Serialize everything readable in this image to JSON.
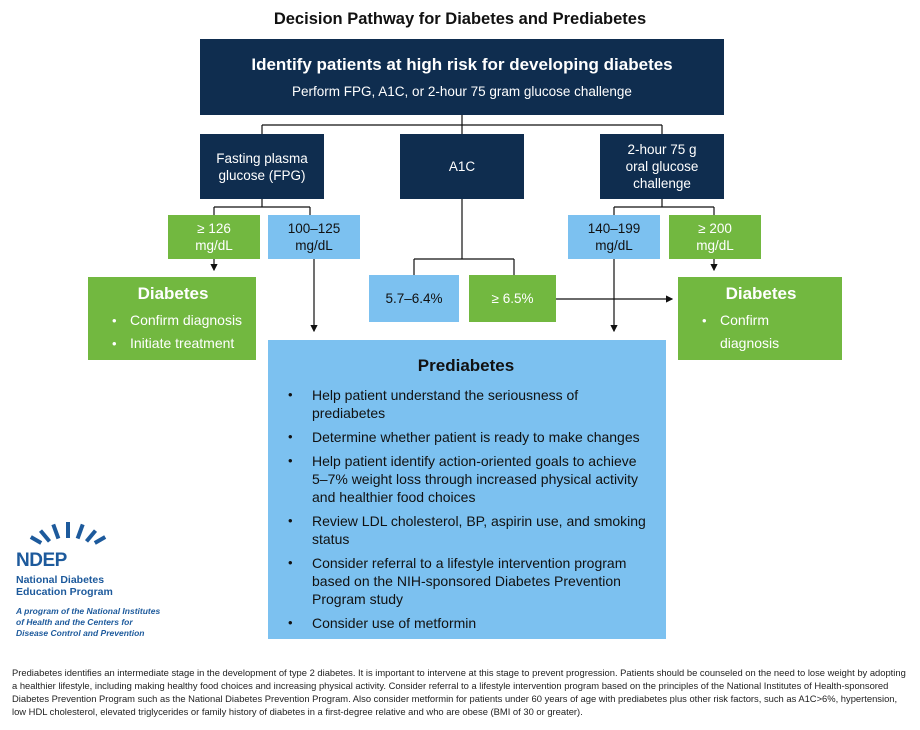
{
  "title": "Decision Pathway for Diabetes and Prediabetes",
  "top": {
    "heading": "Identify patients at high risk for developing diabetes",
    "subheading": "Perform FPG, A1C, or 2-hour 75 gram glucose challenge"
  },
  "tests": {
    "fpg": [
      "Fasting plasma",
      "glucose (FPG)"
    ],
    "a1c": [
      "A1C"
    ],
    "ogtt": [
      "2-hour 75 g",
      "oral glucose",
      "challenge"
    ]
  },
  "thresholds": {
    "fpg_diabetes": [
      "≥ 126",
      "mg/dL"
    ],
    "fpg_prediabetes": [
      "100–125",
      "mg/dL"
    ],
    "a1c_prediabetes": "5.7–6.4%",
    "a1c_diabetes": "≥ 6.5%",
    "ogtt_prediabetes": [
      "140–199",
      "mg/dL"
    ],
    "ogtt_diabetes": [
      "≥ 200",
      "mg/dL"
    ]
  },
  "diabetes": {
    "title": "Diabetes",
    "items": [
      "Confirm diagnosis",
      "Initiate treatment"
    ]
  },
  "prediabetes": {
    "title": "Prediabetes",
    "items": [
      "Help patient understand the seriousness of prediabetes",
      "Determine whether patient is ready to make changes",
      "Help patient identify action-oriented goals to achieve 5–7% weight loss through increased physical activity and healthier food choices",
      "Review LDL cholesterol, BP, aspirin use, and smoking status",
      "Consider referral to a lifestyle intervention program based on the NIH-sponsored Diabetes Prevention Program study",
      "Consider use of metformin"
    ]
  },
  "logo": {
    "word": "NDEP",
    "name": [
      "National Diabetes",
      "Education Program"
    ],
    "tagline": [
      "A program of the National Institutes",
      "of Health and the Centers for",
      "Disease Control and Prevention"
    ]
  },
  "footnote": "Prediabetes identifies an intermediate stage in the development of type 2 diabetes. It is important to intervene at this stage to prevent progression. Patients should be counseled on the need to lose weight by adopting a healthier lifestyle, including making healthy food choices and increasing physical activity. Consider referral to a lifestyle intervention program based on the principles of the National Institutes of Health-sponsored Diabetes Prevention Program such as the National Diabetes Prevention Program. Also consider metformin for patients under 60 years of age with prediabetes plus other risk factors, such as A1C>6%, hypertension, low HDL cholesterol, elevated triglycerides or family history of diabetes in a first-degree relative and who are obese (BMI of 30 or greater).",
  "colors": {
    "navy": "#0f2d4f",
    "green": "#72b840",
    "light_blue": "#7cc1f0",
    "logo_blue": "#1d5a9c"
  }
}
